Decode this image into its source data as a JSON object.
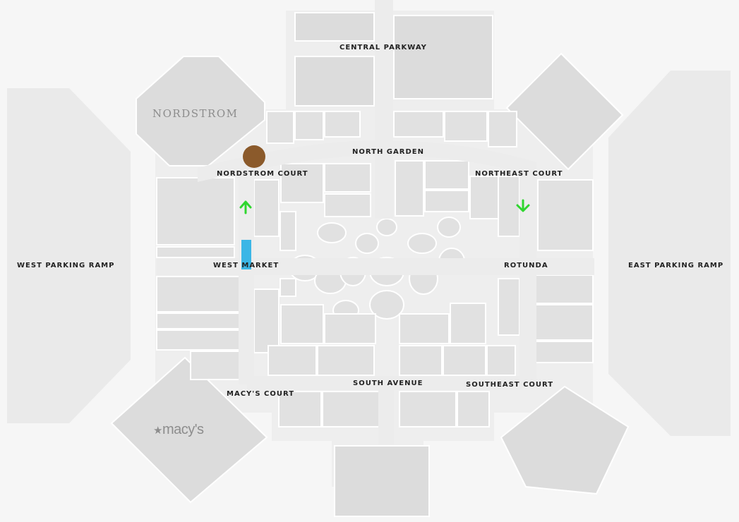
{
  "map": {
    "labels": {
      "central_parkway": "CENTRAL PARKWAY",
      "north_garden": "NORTH GARDEN",
      "nordstrom_court": "NORDSTROM COURT",
      "northeast_court": "NORTHEAST COURT",
      "west_parking_ramp": "WEST PARKING RAMP",
      "west_market": "WEST MARKET",
      "rotunda": "ROTUNDA",
      "east_parking_ramp": "EAST PARKING RAMP",
      "macys_court": "MACY'S COURT",
      "south_avenue": "SOUTH AVENUE",
      "southeast_court": "SOUTHEAST COURT"
    },
    "anchors": {
      "nordstrom": "NORDSTROM",
      "macys_star": "★",
      "macys": "macy's"
    },
    "colors": {
      "background": "#f6f6f6",
      "store": "#e1e1e1",
      "store_outline": "#ffffff",
      "walkway": "#eeeeee",
      "location_marker": "#8b5a2b",
      "route_arrow": "#2fd62f",
      "highlight_block": "#3bb6e6"
    },
    "markers": {
      "location_marker": "brown-circle-marker",
      "arrow_up": "up-arrow-icon",
      "arrow_down": "down-arrow-icon",
      "highlight": "blue-highlight-block"
    }
  }
}
